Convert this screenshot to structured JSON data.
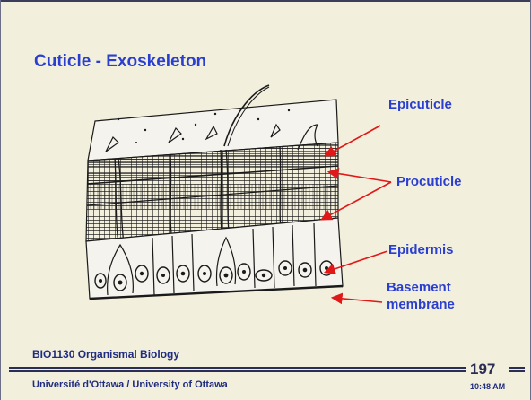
{
  "slide": {
    "title": "Cuticle - Exoskeleton",
    "labels": {
      "epicuticle": "Epicuticle",
      "procuticle": "Procuticle",
      "epidermis": "Epidermis",
      "basement_line1": "Basement",
      "basement_line2": "membrane"
    },
    "course": "BIO1130 Organismal Biology",
    "university": "Université d'Ottawa / University of Ottawa",
    "page_number": "197",
    "time": "10:48 AM"
  },
  "colors": {
    "background": "#f2efdc",
    "title": "#2a3ecf",
    "arrow": "#e01818",
    "footer_rule": "#2a2d54"
  }
}
